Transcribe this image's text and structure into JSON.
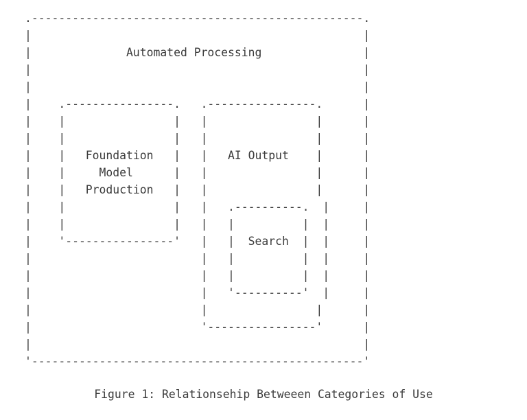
{
  "figure": {
    "caption": "Figure 1: Relationsehip Betweeen Categories of Use",
    "text_color": "#3b3b3b",
    "background_color": "#ffffff",
    "style": "ascii-art-dashed-boxes",
    "glyphs": {
      "top_left_corner": ".",
      "top_right_corner": ".",
      "bottom_left_corner": "'",
      "bottom_right_corner": "'",
      "horizontal": "-",
      "vertical": "|"
    }
  },
  "boxes": {
    "outer": {
      "label": "Automated Processing",
      "level": 1,
      "contains": [
        "Foundation Model Production",
        "AI Output"
      ]
    },
    "left_inner": {
      "label_lines": [
        "Foundation",
        "Model",
        "Production"
      ],
      "label": "Foundation Model Production",
      "level": 2,
      "parent": "Automated Processing"
    },
    "right_inner": {
      "label": "AI Output",
      "level": 2,
      "parent": "Automated Processing",
      "contains": [
        "Search"
      ]
    },
    "innermost": {
      "label": "Search",
      "level": 3,
      "parent": "AI Output"
    }
  },
  "ascii": {
    "art": ".-------------------------------------------------.\n|                                                 |\n|              Automated Processing               |\n|                                                 |\n|                                                 |\n|    .----------------.   .----------------.      |\n|    |                |   |                |      |\n|    |                |   |                |      |\n|    |   Foundation   |   |   AI Output    |      |\n|    |     Model      |   |                |      |\n|    |   Production   |   |                |      |\n|    |                |   |   .----------.  |     |\n|    |                |   |   |          |  |     |\n|    '----------------'   |   |  Search  |  |     |\n|                         |   |          |  |     |\n|                         |   |          |  |     |\n|                         |   '----------'  |     |\n|                         |                |      |\n|                         '----------------'      |\n|                                                 |\n'-------------------------------------------------'"
  }
}
